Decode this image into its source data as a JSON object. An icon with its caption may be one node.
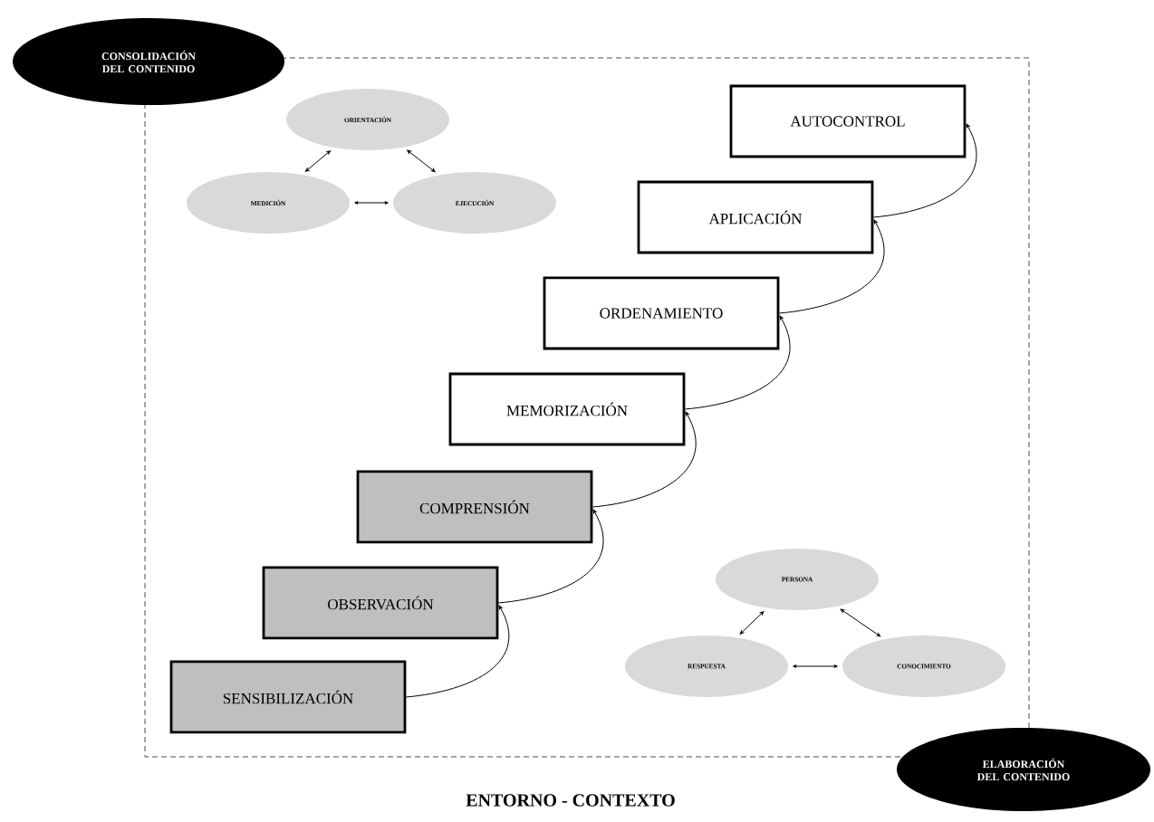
{
  "diagram": {
    "nodes": [
      {
        "text": [
          "CONSOLIDACIÓN DEL CONTENIDO"
        ]
      },
      {
        "text": [
          "ELABORACIÓN DEL CONTENIDO"
        ]
      },
      {
        "text": [
          "ORIENTACIÓN"
        ]
      },
      {
        "text": [
          "MEDICIÓN"
        ]
      },
      {
        "text": [
          "EJECUCIÓN"
        ]
      },
      {
        "text": [
          "AUTOCONTROL"
        ]
      },
      {
        "text": [
          "APLICACIÓN"
        ]
      },
      {
        "text": [
          "ORDENAMIENTO"
        ]
      },
      {
        "text": [
          "MEMORIZACIÓN"
        ]
      },
      {
        "text": [
          "COMPRENSIÓN"
        ]
      },
      {
        "text": [
          "OBSERVACIÓN"
        ]
      },
      {
        "text": [
          "SENSIBILIZACIÓN"
        ]
      },
      {
        "text": [
          "PERSONA"
        ]
      },
      {
        "text": [
          "RESPUESTA"
        ]
      },
      {
        "text": [
          "CONOCIMIENTO"
        ]
      }
    ],
    "edges": [
      {
        "from": 3,
        "to": 2,
        "arrow": "both"
      },
      {
        "from": 2,
        "to": 4,
        "arrow": "both"
      },
      {
        "from": 3,
        "to": 4,
        "arrow": "both"
      },
      {
        "from": 11,
        "to": 10,
        "arrow": "to"
      },
      {
        "from": 10,
        "to": 9,
        "arrow": "to"
      },
      {
        "from": 9,
        "to": 8,
        "arrow": "to"
      },
      {
        "from": 8,
        "to": 7,
        "arrow": "to"
      },
      {
        "from": 7,
        "to": 6,
        "arrow": "to"
      },
      {
        "from": 6,
        "to": 5,
        "arrow": "to"
      },
      {
        "from": 13,
        "to": 12,
        "arrow": "both"
      },
      {
        "from": 12,
        "to": 14,
        "arrow": "both"
      },
      {
        "from": 13,
        "to": 14,
        "arrow": "both"
      }
    ],
    "labels": [
      "ENTORNO - CONTEXTO"
    ]
  }
}
